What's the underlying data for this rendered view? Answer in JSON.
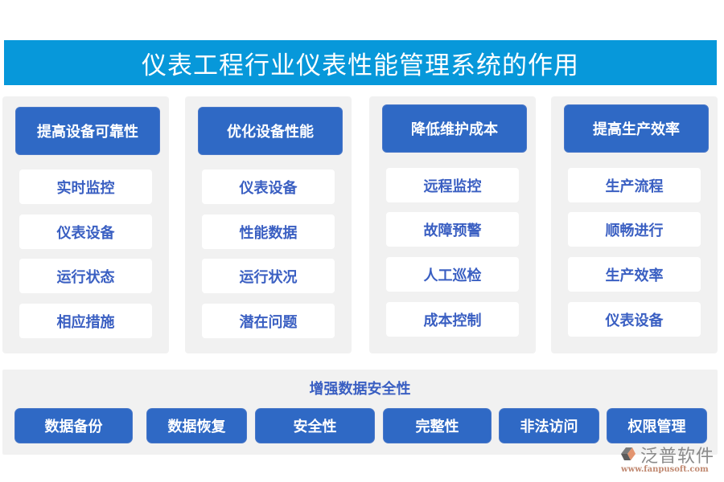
{
  "title": "仪表工程行业仪表性能管理系统的作用",
  "colors": {
    "title_bar": "#0798da",
    "header_box": "#2f69c5",
    "panel_bg": "#f1f1f1",
    "item_text": "#3a5fc2"
  },
  "columns": [
    {
      "header": "提高设备可靠性",
      "items": [
        "实时监控",
        "仪表设备",
        "运行状态",
        "相应措施"
      ]
    },
    {
      "header": "优化设备性能",
      "items": [
        "仪表设备",
        "性能数据",
        "运行状况",
        "潜在问题"
      ]
    },
    {
      "header": "降低维护成本",
      "items": [
        "远程监控",
        "故障预警",
        "人工巡检",
        "成本控制"
      ]
    },
    {
      "header": "提高生产效率",
      "items": [
        "生产流程",
        "顺畅进行",
        "生产效率",
        "仪表设备"
      ]
    }
  ],
  "bottom": {
    "label": "增强数据安全性",
    "buttons": [
      "数据备份",
      "数据恢复",
      "安全性",
      "完整性",
      "非法访问",
      "权限管理"
    ]
  },
  "logo": {
    "icon": "fanpu-logo-icon",
    "brand": "泛普软件",
    "url": "www.fanpusoft.com"
  }
}
